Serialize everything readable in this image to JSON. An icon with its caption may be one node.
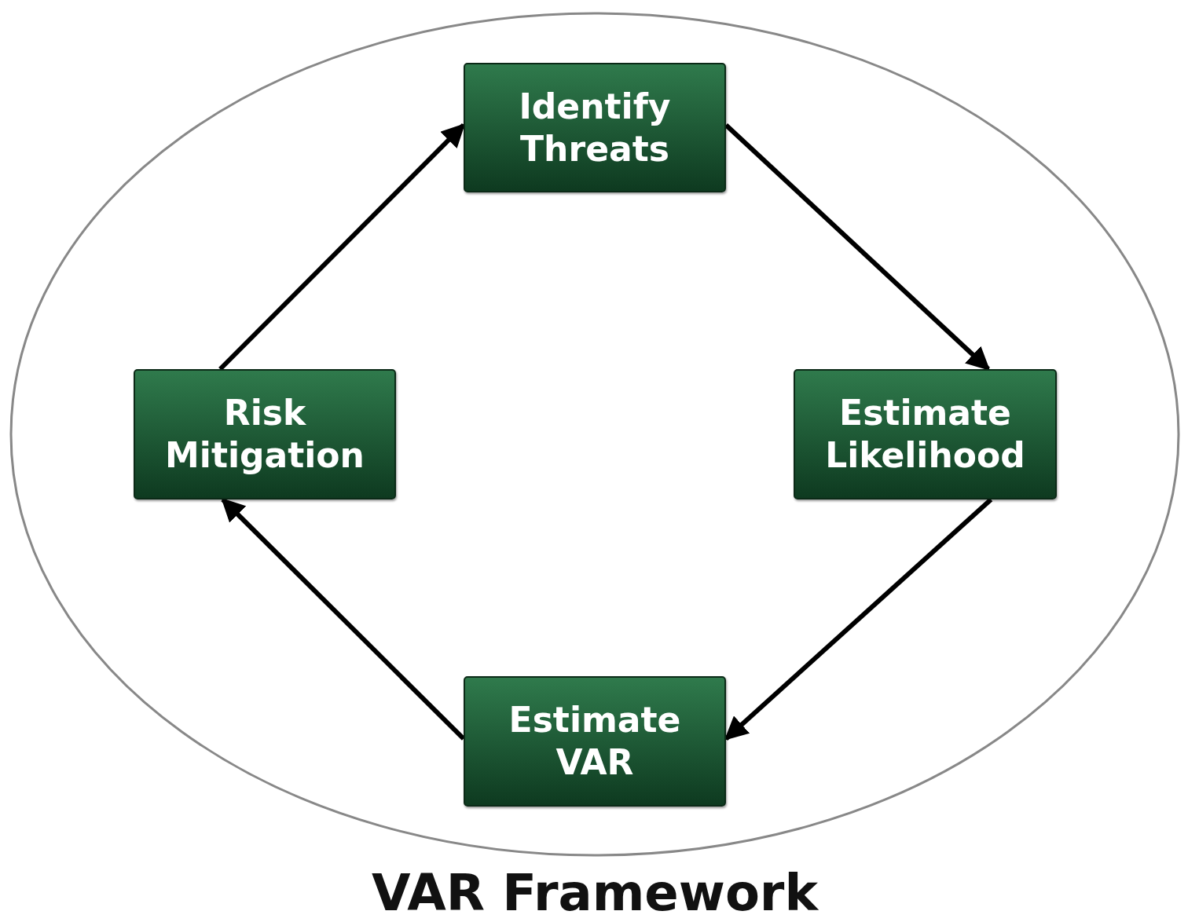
{
  "diagram": {
    "nodes": [
      {
        "text": [
          "VAR Framework"
        ]
      },
      {
        "text": [
          "Identify Threats"
        ],
        "in": 0
      },
      {
        "text": [
          "Estimate Likelihood"
        ],
        "in": 0
      },
      {
        "text": [
          "Estimate VAR"
        ],
        "in": 0
      },
      {
        "text": [
          "Risk Mitigation"
        ],
        "in": 0
      }
    ],
    "edges": [
      {
        "from": 1,
        "to": 2,
        "arrow": "to"
      },
      {
        "from": 2,
        "to": 3,
        "arrow": "to"
      },
      {
        "from": 3,
        "to": 4,
        "arrow": "to"
      },
      {
        "from": 4,
        "to": 1,
        "arrow": "to"
      }
    ]
  }
}
